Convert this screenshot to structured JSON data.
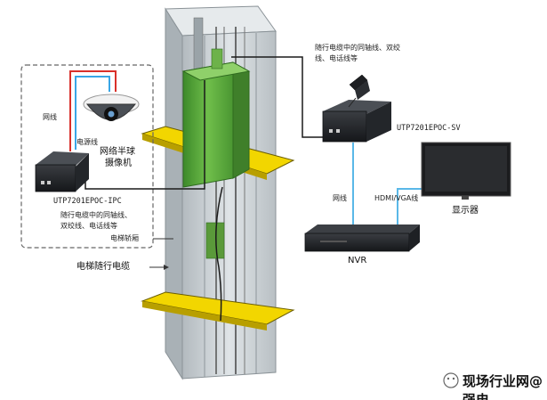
{
  "colors": {
    "coax_blue": "#39a6e6",
    "power_red": "#d9302a",
    "cable_black": "#1a1a1a",
    "cable_cyan": "#5ab8e8",
    "platform_yellow": "#f2d600",
    "car_green": "#57a33a",
    "shaft_gray": "#c6ccd0"
  },
  "labels": {
    "cable_spec_top": [
      "随行电缆中的同轴线、双绞",
      "线、电话线等"
    ],
    "device_sv": "UTP7201EPOC-SV",
    "wire_net_left": "网线",
    "wire_power": "电源线",
    "camera": [
      "网络半球",
      "摄像机"
    ],
    "device_ipc": "UTP7201EPOC-IPC",
    "cable_spec_left": [
      "随行电缆中的同轴线、",
      "双绞线、电话线等"
    ],
    "car": "电梯轿厢",
    "traveling_cable": "电梯随行电缆",
    "wire_net_right": "网线",
    "hdmi_vga": "HDMI/VGA线",
    "monitor": "显示器",
    "nvr": "NVR"
  },
  "watermark": "现场行业网",
  "watermark_handle": "@强电"
}
